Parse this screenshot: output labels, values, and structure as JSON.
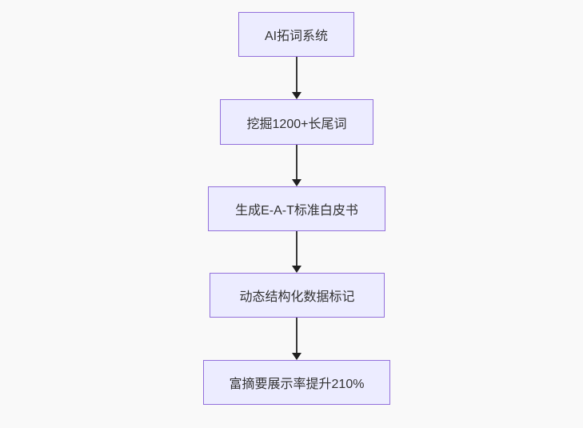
{
  "flowchart": {
    "type": "flowchart",
    "direction": "top-down",
    "colors": {
      "background": "#f9f9f9",
      "node_fill": "#ECECFF",
      "node_border": "#9370DB",
      "node_text": "#333333",
      "edge": "#333333"
    },
    "nodes": [
      {
        "label": "AI拓词系统"
      },
      {
        "label": "挖掘1200+长尾词"
      },
      {
        "label": "生成E-A-T标准白皮书"
      },
      {
        "label": "动态结构化数据标记"
      },
      {
        "label": "富摘要展示率提升210%"
      }
    ],
    "edges": [
      {
        "from": 0,
        "to": 1
      },
      {
        "from": 1,
        "to": 2
      },
      {
        "from": 2,
        "to": 3
      },
      {
        "from": 3,
        "to": 4
      }
    ]
  }
}
